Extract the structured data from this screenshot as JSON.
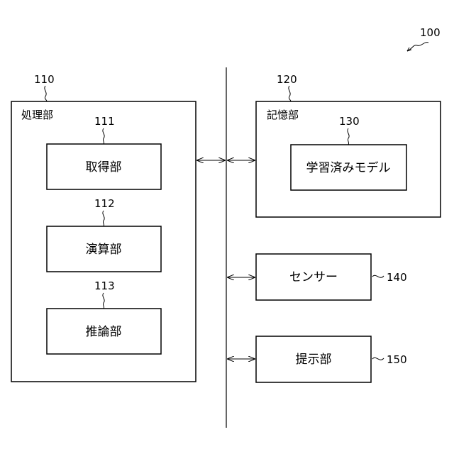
{
  "system_ref": "100",
  "processing": {
    "ref": "110",
    "title": "処理部",
    "units": [
      {
        "ref": "111",
        "label": "取得部"
      },
      {
        "ref": "112",
        "label": "演算部"
      },
      {
        "ref": "113",
        "label": "推論部"
      }
    ]
  },
  "storage": {
    "ref": "120",
    "title": "記憶部",
    "model": {
      "ref": "130",
      "label": "学習済みモデル"
    }
  },
  "sensor": {
    "ref": "140",
    "label": "センサー"
  },
  "presentation": {
    "ref": "150",
    "label": "提示部"
  }
}
